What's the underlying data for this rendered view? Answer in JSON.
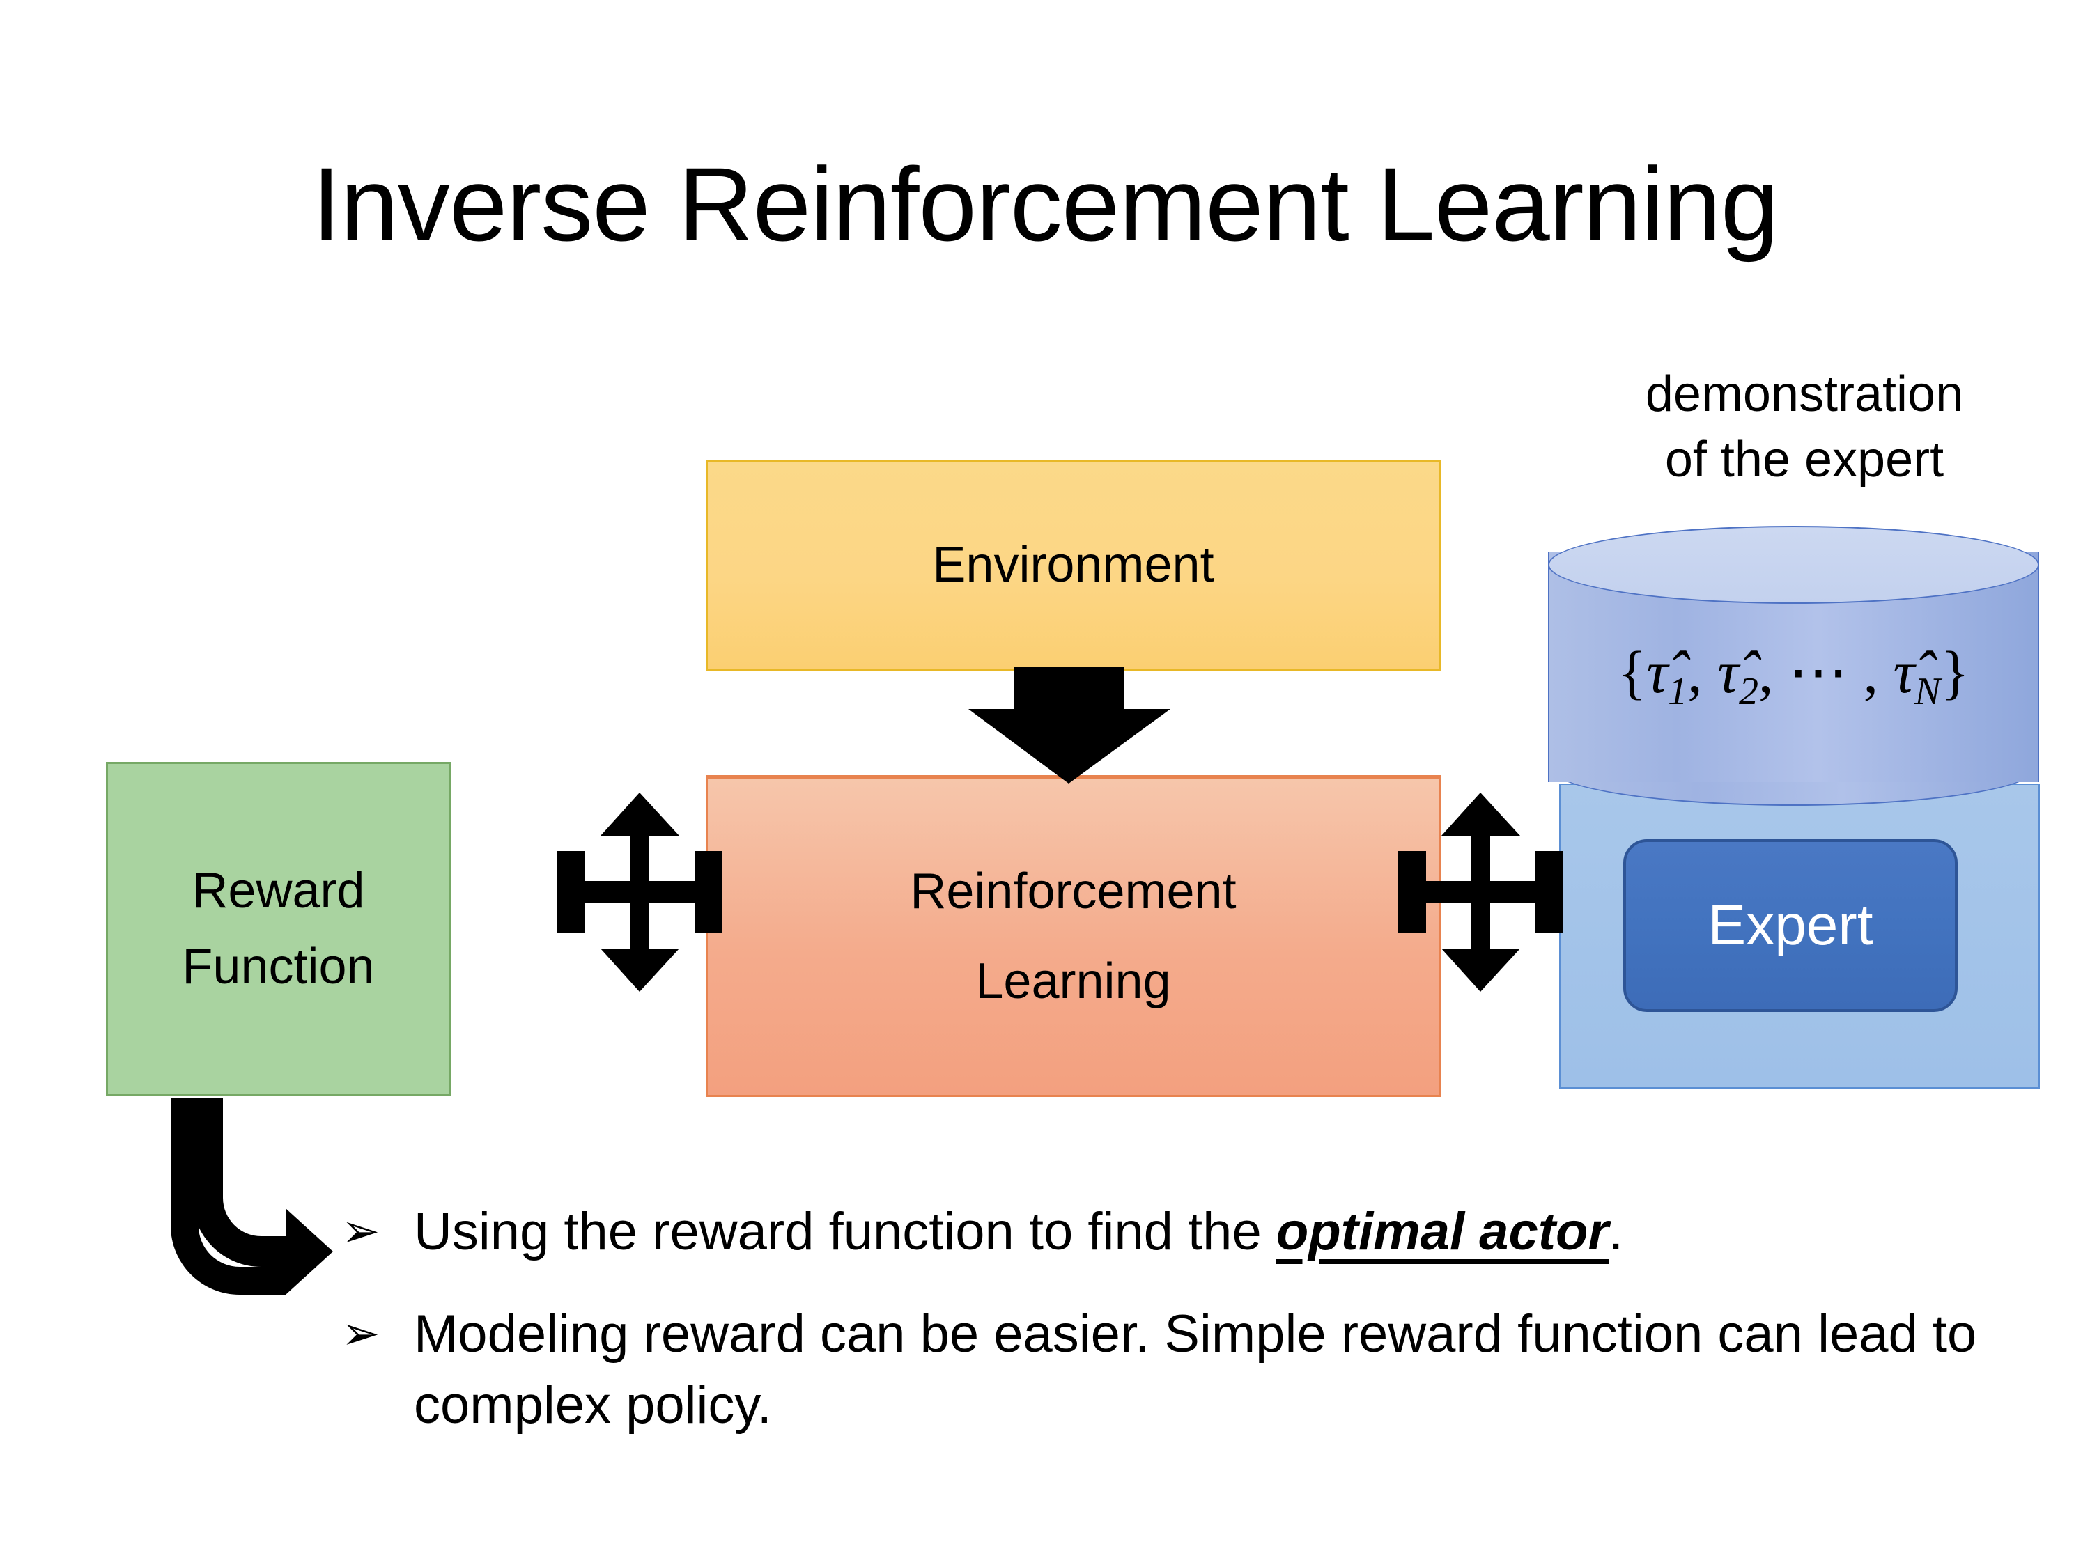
{
  "slide": {
    "title": "Inverse Reinforcement Learning",
    "background_color": "#ffffff"
  },
  "diagram": {
    "environment": {
      "label": "Environment",
      "fill_color": "#fbd383",
      "border_color": "#e8b827"
    },
    "reinforcement_learning": {
      "label_line1": "Reinforcement",
      "label_line2": "Learning",
      "fill_color": "#f4ab8c",
      "border_color": "#e8834f"
    },
    "reward_function": {
      "label_line1": "Reward",
      "label_line2": "Function",
      "fill_color": "#a9d3a0",
      "border_color": "#76a865"
    },
    "demonstration": {
      "caption_line1": "demonstration",
      "caption_line2": "of the expert",
      "cylinder_formula_open": "{",
      "cylinder_formula": "τ̂",
      "cylinder_fill_color": "#9fb3e2",
      "cylinder_border_color": "#4e72c4",
      "trajectories": [
        "1",
        "2",
        "N"
      ],
      "ellipsis": "⋯",
      "formula_plain": "{τ̂1, τ̂2, ⋯, τ̂N}"
    },
    "expert": {
      "label": "Expert",
      "fill_color": "#4273bf",
      "border_color": "#2e5597",
      "text_color": "#ffffff",
      "panel_fill_color": "#a8c7ea",
      "panel_border_color": "#5b8fd4"
    },
    "arrows": {
      "env_to_rl": "down-arrow",
      "reward_rl": "quad-arrow",
      "rl_expert": "quad-arrow",
      "reward_to_bullet": "elbow-arrow",
      "color": "#000000"
    }
  },
  "bullets": [
    {
      "marker": "➢",
      "text_before": "Using the reward function to find the ",
      "emphasis": "optimal actor",
      "text_after": "."
    },
    {
      "marker": "➢",
      "text_before": "Modeling reward can be easier. Simple reward function can lead to complex policy.",
      "emphasis": "",
      "text_after": ""
    }
  ]
}
